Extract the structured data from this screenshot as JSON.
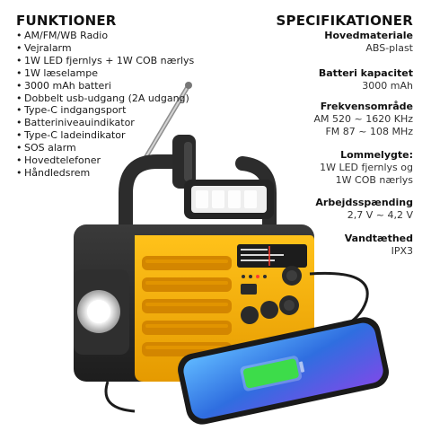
{
  "left": {
    "title": "FUNKTIONER",
    "items": [
      "AM/FM/WB Radio",
      "Vejralarm",
      "1W LED fjernlys + 1W COB nærlys",
      "1W læselampe",
      "3000 mAh batteri",
      "Dobbelt usb-udgang (2A udgang)",
      "Type-C indgangsport",
      "Batteriniveauindikator",
      "Type-C ladeindikator",
      "SOS alarm",
      "Hovedtelefoner",
      "Håndledsrem"
    ]
  },
  "right": {
    "title": "SPECIFIKATIONER",
    "specs": [
      {
        "label": "Hovedmateriale",
        "values": [
          "ABS-plast"
        ]
      },
      {
        "label": "Batteri kapacitet",
        "values": [
          "3000 mAh"
        ]
      },
      {
        "label": "Frekvensområde",
        "values": [
          "AM 520 ~ 1620 KHz",
          "FM 87 ~ 108 MHz"
        ]
      },
      {
        "label": "Lommelygte:",
        "values": [
          "1W LED fjernlys og",
          "1W COB nærlys"
        ]
      },
      {
        "label": "Arbejdsspænding",
        "values": [
          "2,7 V ~ 4,2 V"
        ]
      },
      {
        "label": "Vandtæthed",
        "values": [
          "IPX3"
        ]
      }
    ]
  },
  "colors": {
    "radio_body": "#f2a900",
    "radio_frame": "#2b2b2b",
    "phone_frame": "#1a1a1a",
    "battery_fill": "#3ddc4a"
  },
  "icons": [
    "radio-illustration",
    "phone-illustration",
    "battery-charging-icon",
    "antenna-icon",
    "hand-crank-icon"
  ]
}
